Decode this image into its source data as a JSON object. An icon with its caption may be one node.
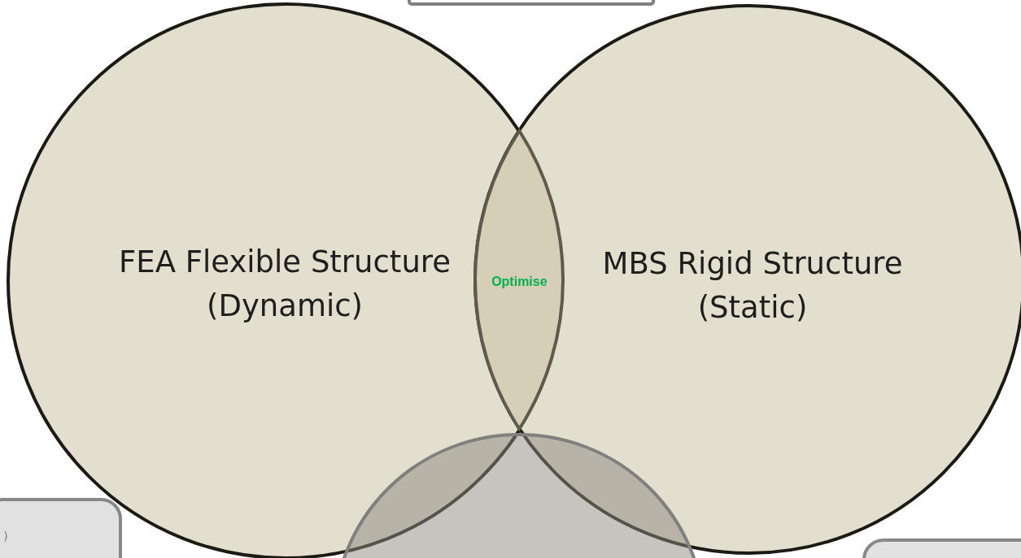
{
  "diagram": {
    "nodes": [
      {
        "text": [],
        "shape": "box"
      },
      {
        "text": [
          "FEA Flexible Structure (Dynamic)"
        ]
      },
      {
        "text": [
          "Optimise"
        ]
      },
      {
        "text": [
          "MBS Rigid Structure (Static)"
        ]
      },
      {
        "text": [
          ")"
        ]
      },
      {
        "text": [],
        "shape": "circle"
      },
      {
        "text": [],
        "shape": "box"
      }
    ]
  }
}
